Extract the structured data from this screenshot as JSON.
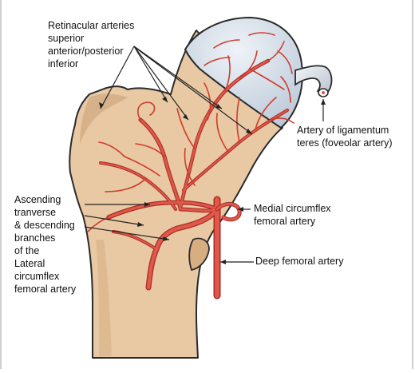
{
  "labels": {
    "retinacular_title": "Retinacular arteries",
    "retinacular_superior": "superior",
    "retinacular_antpost": "anterior/posterior",
    "retinacular_inferior": "inferior",
    "lig_teres_line1": "Artery of ligamentum",
    "lig_teres_line2": "teres (foveolar artery)",
    "medial_line1": "Medial circumflex",
    "medial_line2": "femoral artery",
    "deep_femoral": "Deep femoral artery",
    "lateral_line1": "Ascending",
    "lateral_line2": "tranverse",
    "lateral_line3": "& descending",
    "lateral_line4": "branches",
    "lateral_line5": "of the",
    "lateral_line6": "Lateral",
    "lateral_line7": "circumflex",
    "lateral_line8": "femoral artery"
  },
  "colors": {
    "bone": "#e8c9a4",
    "bone_shadow": "#c99d72",
    "cartilage": "#cdd8e4",
    "artery": "#e0584a",
    "artery_dark": "#a82a24",
    "outline": "#2a2a2a"
  }
}
